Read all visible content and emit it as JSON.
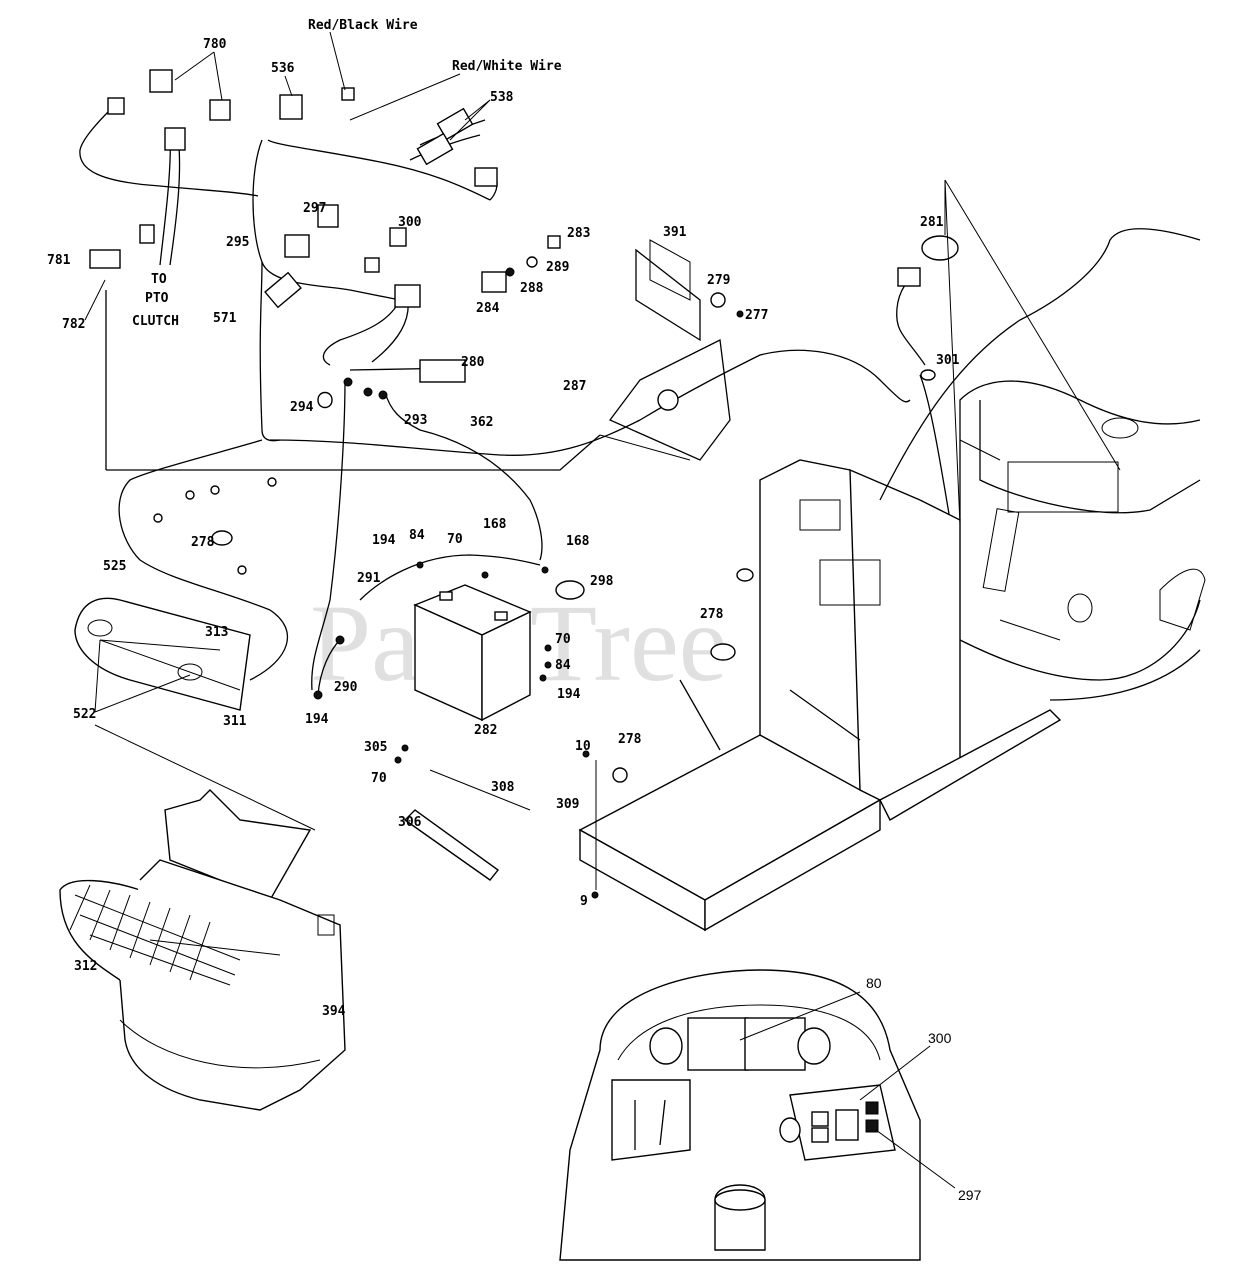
{
  "watermark": "PartsTree",
  "wire_labels": {
    "red_black": "Red/Black Wire",
    "red_white": "Red/White Wire",
    "to": "TO",
    "pto": "PTO",
    "clutch": "CLUTCH"
  },
  "callouts": {
    "c780": "780",
    "c536": "536",
    "c538": "538",
    "c297a": "297",
    "c300a": "300",
    "c283": "283",
    "c289": "289",
    "c288": "288",
    "c284": "284",
    "c295": "295",
    "c391": "391",
    "c279": "279",
    "c277": "277",
    "c281": "281",
    "c301": "301",
    "c781": "781",
    "c782": "782",
    "c571": "571",
    "c280": "280",
    "c287": "287",
    "c294": "294",
    "c293": "293",
    "c362": "362",
    "c278a": "278",
    "c194a": "194",
    "c84a": "84",
    "c70a": "70",
    "c168a": "168",
    "c168b": "168",
    "c291": "291",
    "c298": "298",
    "c278b": "278",
    "c70b": "70",
    "c84b": "84",
    "c194b": "194",
    "c282": "282",
    "c290": "290",
    "c194c": "194",
    "c525": "525",
    "c313": "313",
    "c522": "522",
    "c311": "311",
    "c305": "305",
    "c70c": "70",
    "c308": "308",
    "c10": "10",
    "c278c": "278",
    "c309": "309",
    "c306": "306",
    "c9": "9",
    "c312": "312",
    "c394": "394",
    "c80": "80",
    "c300b": "300",
    "c297b": "297"
  }
}
